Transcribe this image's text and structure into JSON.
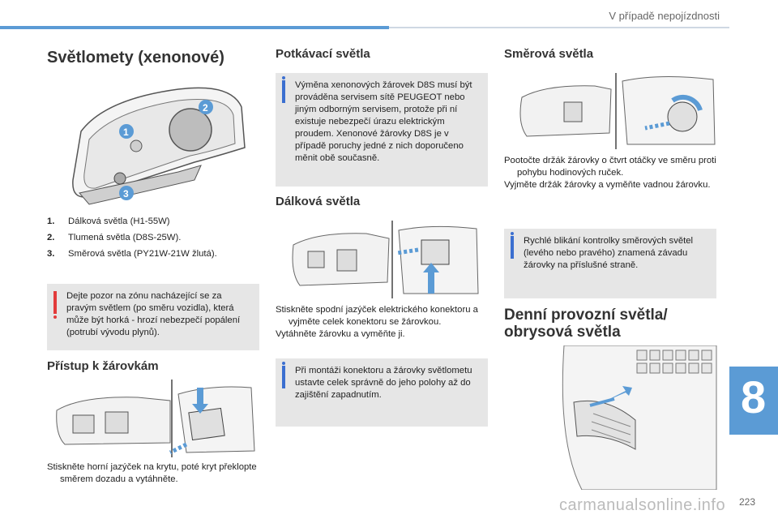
{
  "header": {
    "section": "V případě nepojízdnosti",
    "chapter": "8",
    "page": "223"
  },
  "watermark": "carmanualsonline.info",
  "col1": {
    "title": "Světlomety (xenonové)",
    "items": [
      {
        "num": "1.",
        "text": "Dálková světla (H1-55W)"
      },
      {
        "num": "2.",
        "text": "Tlumená světla (D8S-25W)."
      },
      {
        "num": "3.",
        "text": "Směrová světla (PY21W-21W žlutá)."
      }
    ],
    "warning": "Dejte pozor na zónu nacházející se za pravým světlem (po směru vozidla), která může být horká - hrozí nebezpečí popálení (potrubí vývodu plynů).",
    "access_title": "Přístup k žárovkám",
    "access_step": "Stiskněte horní jazýček na krytu, poté kryt překlopte směrem dozadu a vytáhněte."
  },
  "col2": {
    "title": "Potkávací světla",
    "info": "Výměna xenonových žárovek D8S musí být prováděna servisem sítě PEUGEOT nebo jiným odborným servisem, protože při ní existuje nebezpečí úrazu elektrickým proudem. Xenonové žárovky D8S je v případě poruchy jedné z nich doporučeno měnit obě současně.",
    "high_title": "Dálková světla",
    "steps": [
      "Stiskněte spodní jazýček elektrického konektoru a vyjměte celek konektoru se žárovkou.",
      "Vytáhněte žárovku a vyměňte ji."
    ],
    "info2": "Při montáži konektoru a žárovky světlometu ustavte celek správně do jeho polohy až do zajištění zapadnutím."
  },
  "col3": {
    "title": "Směrová světla",
    "steps": [
      "Pootočte držák žárovky o čtvrt otáčky ve směru proti pohybu hodinových ruček.",
      "Vyjměte držák žárovky a vyměňte vadnou žárovku."
    ],
    "info": "Rychlé blikání kontrolky směrových světel (levého nebo pravého) znamená závadu žárovky na příslušné straně.",
    "drl_title_line1": "Denní provozní světla/",
    "drl_title_line2": "obrysová světla"
  },
  "bullet_symbol": "",
  "colors": {
    "accent": "#5b9bd5",
    "warning": "#e23b3b",
    "info": "#3b6fd0",
    "box": "#e6e6e6"
  }
}
